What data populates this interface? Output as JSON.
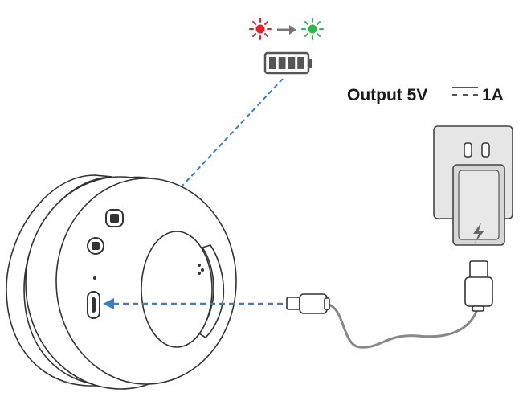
{
  "output_label": {
    "prefix": "Output 5V",
    "dc_symbol": "dc-voltage-symbol",
    "current": "1A"
  },
  "indicator": {
    "from_led_color": "#e8202a",
    "to_led_color": "#2fb84a",
    "arrow_color": "#777777",
    "battery_bars": 4
  },
  "colors": {
    "dashed_line": "#3a7fc4",
    "outline": "#333333",
    "body_fill": "#ffffff",
    "adapter_fill": "#e6e6e6",
    "cable": "#888888"
  },
  "icons": {
    "led": "led-light-icon",
    "battery": "battery-icon",
    "charge": "lightning-icon",
    "usb_c_port": "usb-c-port-icon",
    "anc_button": "anc-button-icon"
  }
}
